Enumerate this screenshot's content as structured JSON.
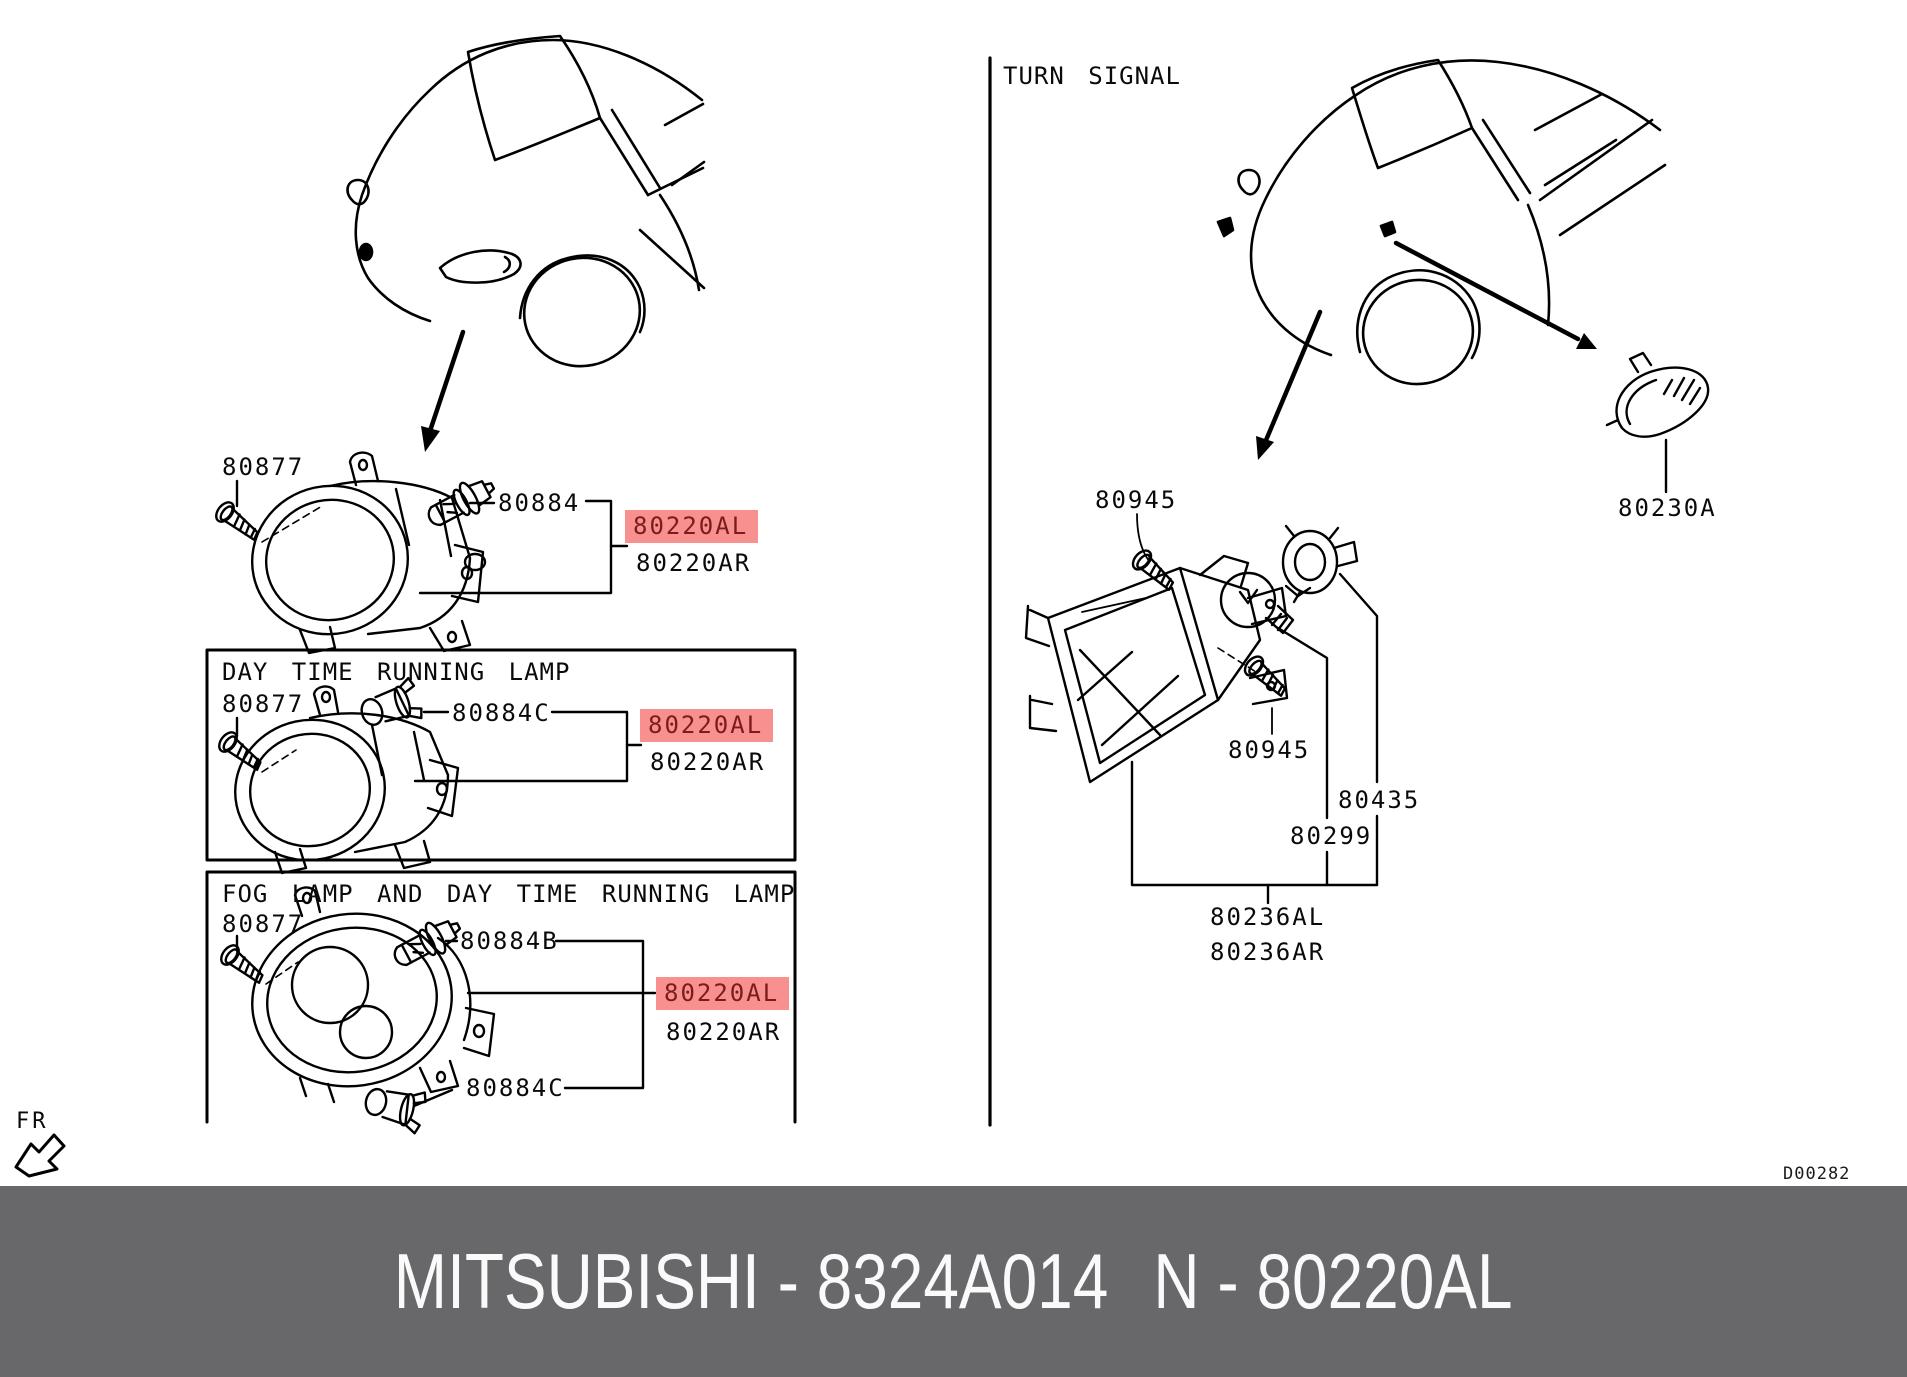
{
  "colors": {
    "highlight_bg": "#f7908f",
    "highlight_text": "#7a1c1c",
    "footer_bg": "#68686b",
    "footer_text": "#fafafa",
    "line": "#000000"
  },
  "footer": {
    "left_text": "MITSUBISHI - 8324A014",
    "right_text": "N - 80220AL"
  },
  "corner": {
    "diagram_code": "D00282",
    "fr_label": "FR"
  },
  "fog_lamp_section": {
    "group1": {
      "screw": "80877",
      "bulb": "80884",
      "part_left": "80220AL",
      "part_right": "80220AR"
    },
    "group2": {
      "title": "DAY TIME RUNNING LAMP",
      "screw": "80877",
      "bulb": "80884C",
      "part_left": "80220AL",
      "part_right": "80220AR"
    },
    "group3": {
      "title": "FOG LAMP AND DAY TIME RUNNING LAMP",
      "screw": "80877",
      "bulb_top": "80884B",
      "bulb_bottom": "80884C",
      "part_left": "80220AL",
      "part_right": "80220AR"
    }
  },
  "turn_signal_section": {
    "title": "TURN SIGNAL",
    "screw_top": "80945",
    "screw_bottom": "80945",
    "socket": "80435",
    "bulb": "80299",
    "lamp_left": "80236AL",
    "lamp_right": "80236AR",
    "side_marker": "80230A"
  }
}
